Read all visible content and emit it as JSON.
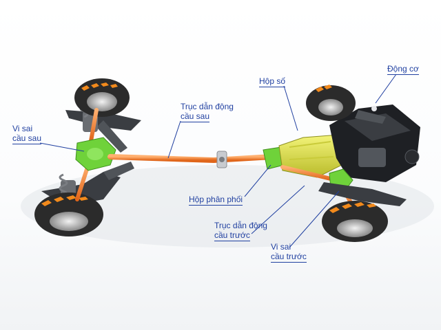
{
  "labels": {
    "engine": "Động cơ",
    "gearbox": "Hộp số",
    "rear_shaft": [
      "Trục dẫn động",
      "cầu sau"
    ],
    "rear_diff": [
      "Vi sai",
      "cầu sau"
    ],
    "transfer_case": "Hộp phân phối",
    "front_shaft": [
      "Trục dẫn động",
      "cầu trước"
    ],
    "front_diff": [
      "Vi sai",
      "cầu trước"
    ]
  },
  "colors": {
    "label": "#1f3fa0",
    "driveshaft": "#f07d2a",
    "differential": "#6fd23a",
    "gearbox": "#e2e44a",
    "tire": "#2b2b2b",
    "chevron": "#f28a1c"
  }
}
